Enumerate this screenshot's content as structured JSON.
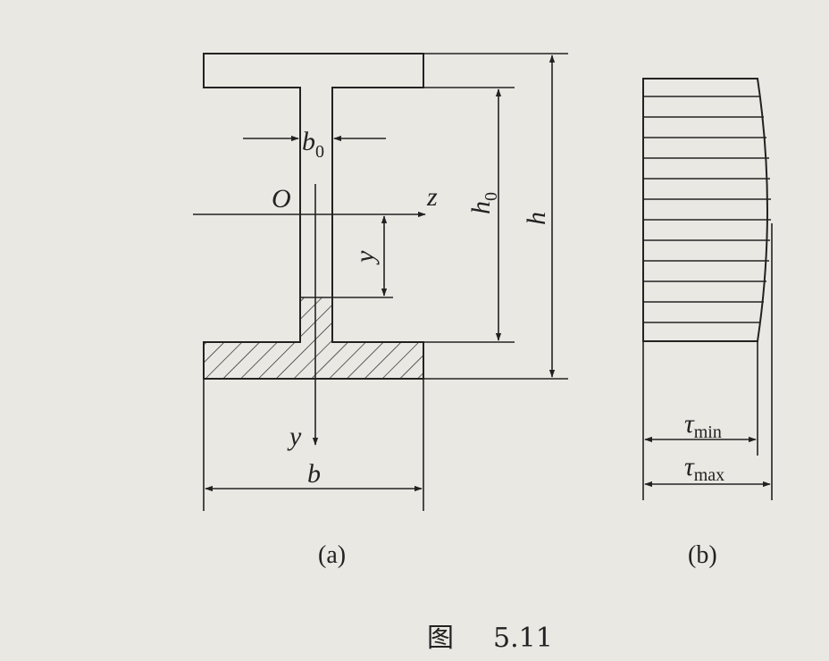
{
  "figure_a": {
    "label_b0": "b",
    "label_b0_sub": "0",
    "label_origin": "O",
    "label_z": "z",
    "label_h0": "h",
    "label_h0_sub": "0",
    "label_h": "h",
    "label_y_dim": "y",
    "label_y_axis": "y",
    "label_b": "b",
    "caption": "(a)"
  },
  "figure_b": {
    "label_tau_min": "τ",
    "label_tau_min_sub": "min",
    "label_tau_max": "τ",
    "label_tau_max_sub": "max",
    "caption": "(b)"
  },
  "figure_caption": {
    "prefix": "图",
    "number": "5.11"
  }
}
